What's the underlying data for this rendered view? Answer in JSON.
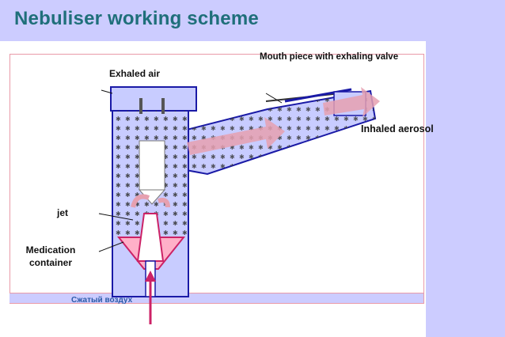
{
  "slide": {
    "title": "Nebuliser working scheme"
  },
  "labels": {
    "exhaled_air": "Exhaled air",
    "mouth_piece": "Mouth piece with exhaling valve",
    "inhaled_aerosol": "Inhaled aerosol",
    "jet": "jet",
    "medication_container": "Medication container",
    "compressed_air": "Сжатый воздух"
  },
  "colors": {
    "background_accent": "#ccccff",
    "title": "#1f6f7a",
    "body_fill": "#c8ccff",
    "outline": "#1a1aa6",
    "medication": "#ffb0c8",
    "medication_edge": "#cc2266",
    "arrow": "#e6a0b0"
  }
}
